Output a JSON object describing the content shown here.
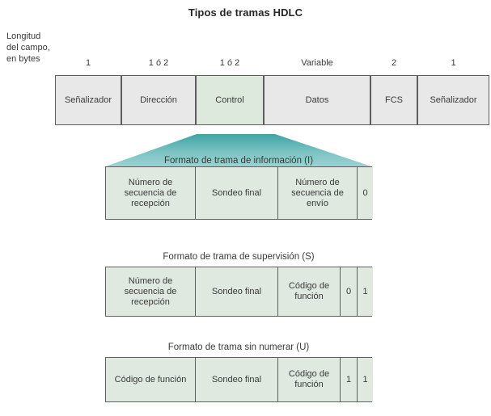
{
  "title": "Tipos de tramas HDLC",
  "length_caption": {
    "line1": "Longitud",
    "line2": "del campo,",
    "line3": "en bytes"
  },
  "main_frame": {
    "name": "hdlc-frame",
    "fields": [
      {
        "label": "Señalizador",
        "length": "1",
        "highlight": false
      },
      {
        "label": "Dirección",
        "length": "1 ó 2",
        "highlight": false
      },
      {
        "label": "Control",
        "length": "1 ó 2",
        "highlight": true
      },
      {
        "label": "Datos",
        "length": "Variable",
        "highlight": false
      },
      {
        "label": "FCS",
        "length": "2",
        "highlight": false
      },
      {
        "label": "Señalizador",
        "length": "1",
        "highlight": false
      }
    ]
  },
  "subframes": [
    {
      "id": "information",
      "title": "Formato de trama de información (I)",
      "cells": [
        "Número de secuencia de recepción",
        "Sondeo final",
        "Número de secuencia de envío",
        "0"
      ]
    },
    {
      "id": "supervisory",
      "title": "Formato de trama de supervisión (S)",
      "cells": [
        "Número de secuencia de recepción",
        "Sondeo final",
        "Código de función",
        "0",
        "1"
      ]
    },
    {
      "id": "unnumbered",
      "title": "Formato de trama sin numerar (U)",
      "cells": [
        "Código de función",
        "Sondeo final",
        "Código de función",
        "1",
        "1"
      ]
    }
  ],
  "colors": {
    "frame_gray": "#e8e8e8",
    "highlight_green": "#dee9de",
    "subframe_green": "#dfe9df",
    "funnel_teal": "#7bc0c0",
    "border": "#5e5e5e",
    "text": "#3a3a3a"
  },
  "funnel": {
    "name": "control-field-expansion-funnel",
    "from_field": "Control",
    "to_frame": "information"
  }
}
